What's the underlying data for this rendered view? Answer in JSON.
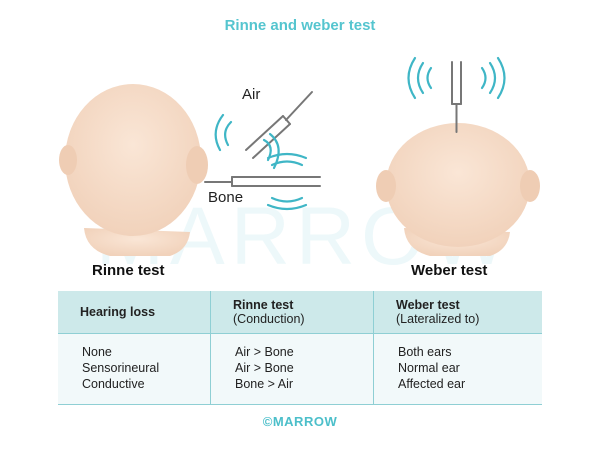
{
  "title": "Rinne and weber test",
  "watermark": "MARROW",
  "labels": {
    "air": "Air",
    "bone": "Bone",
    "rinne_caption": "Rinne test",
    "weber_caption": "Weber test"
  },
  "table": {
    "headers": [
      {
        "line1": "Hearing loss",
        "line2": ""
      },
      {
        "line1": "Rinne test",
        "line2": "(Conduction)"
      },
      {
        "line1": "Weber test",
        "line2": "(Lateralized to)"
      }
    ],
    "columns": [
      [
        "None",
        "Sensorineural",
        "Conductive"
      ],
      [
        "Air > Bone",
        "Air > Bone",
        "Bone > Air"
      ],
      [
        "Both ears",
        "Normal ear",
        "Affected ear"
      ]
    ]
  },
  "footer": "©MARROW",
  "colors": {
    "accent": "#55c5cf",
    "skin": "#f6dcc6",
    "table_header": "#cde9ea",
    "table_body": "#f2f9fa"
  }
}
